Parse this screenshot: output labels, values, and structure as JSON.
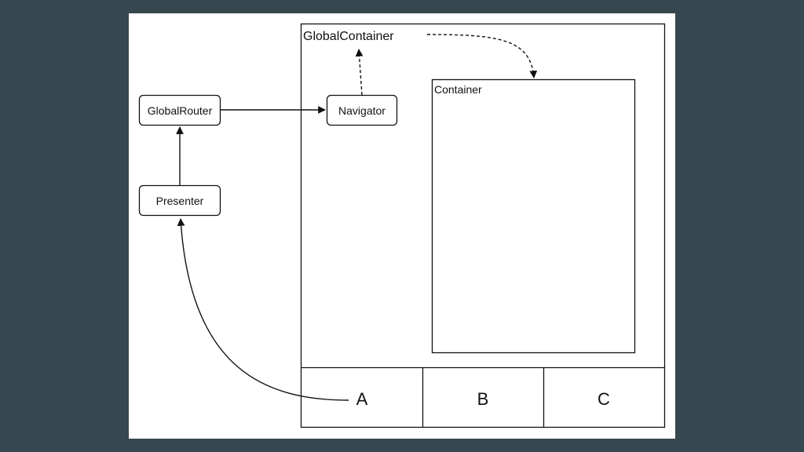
{
  "diagram": {
    "global_container_label": "GlobalContainer",
    "container_label": "Container",
    "nodes": {
      "global_router": "GlobalRouter",
      "navigator": "Navigator",
      "presenter": "Presenter"
    },
    "tabs": [
      "A",
      "B",
      "C"
    ]
  }
}
